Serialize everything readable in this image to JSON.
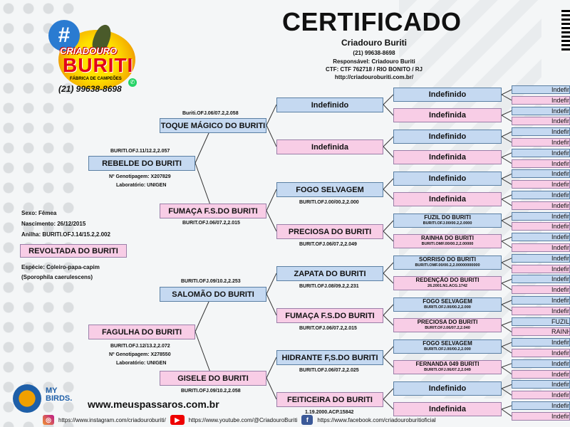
{
  "header": {
    "title": "CERTIFICADO",
    "breeder": "Criadouro Buriti",
    "phone": "(21) 99638-8698",
    "responsavel": "Responsável: Criadouro Buriti",
    "ctf": "CTF: CTF 762718 / RIO BONITO / RJ",
    "url": "http://criadouroburiti.com.br/"
  },
  "logo": {
    "line1": "CRIADOURO",
    "line2": "BURITI",
    "line3": "FÁBRICA DE CAMPEÕES",
    "phone": "(21) 99638-8698"
  },
  "bird": {
    "sexo": "Sexo: Fêmea",
    "nascimento": "Nascimento: 26/12/2015",
    "anilha": "Anilha: BURITI.OFJ.14/15.2,2.002",
    "name": "REVOLTADA DO BURITI",
    "especie": "Espécie: Coleiro-papa-capim",
    "cientifico": "(Sporophila caerulescens)"
  },
  "gen1": {
    "father": {
      "name": "REBELDE DO BURITI",
      "ring": "BURITI.OFJ.11/12.2,2.057",
      "geno": "Nº Genotipagem: X207829",
      "lab": "Laboratório: UNIGEN"
    },
    "mother": {
      "name": "FAGULHA DO BURITI",
      "ring": "BURITI.OFJ.12/13.2,2.072",
      "geno": "Nº Genotipagem: X278550",
      "lab": "Laboratório: UNIGEN"
    }
  },
  "gen2": [
    {
      "name": "TOQUE MÁGICO DO BURITI",
      "ring": "Buriti.OFJ.06/07.2,2.058"
    },
    {
      "name": "FUMAÇA F.S.DO BURITI",
      "ring": "BURIT.OFJ.06/07.2,2.015"
    },
    {
      "name": "SALOMÃO DO BURITI",
      "ring": "BURITI.OFJ.09/10.2,2.253"
    },
    {
      "name": "GISELE DO BURITI",
      "ring": "BURITI.OFJ.09/10.2,2.058"
    }
  ],
  "gen3": [
    {
      "name": "Indefinido",
      "ring": ""
    },
    {
      "name": "Indefinida",
      "ring": ""
    },
    {
      "name": "FOGO SELVAGEM",
      "ring": "BURITI.OFJ.00/00.2,2.000"
    },
    {
      "name": "PRECIOSA DO BURITI",
      "ring": "BURIT.OFJ.06/07.2,2.049"
    },
    {
      "name": "ZAPATA DO BURITI",
      "ring": "BURITI.OFJ.08/09.2,2.231"
    },
    {
      "name": "FUMAÇA F.S.DO BURITI",
      "ring": "BURIT.OFJ.06/07.2,2.015"
    },
    {
      "name": "HIDRANTE F,S.DO BURITI",
      "ring": "BURITI.OFJ.06/07.2,2.025"
    },
    {
      "name": "FEITICEIRA DO BURITI",
      "ring": "1.19.2000.ACP.15842"
    }
  ],
  "gen4": [
    {
      "name": "Indefinido",
      "ring": ""
    },
    {
      "name": "Indefinida",
      "ring": ""
    },
    {
      "name": "Indefinido",
      "ring": ""
    },
    {
      "name": "Indefinida",
      "ring": ""
    },
    {
      "name": "Indefinido",
      "ring": ""
    },
    {
      "name": "Indefinida",
      "ring": ""
    },
    {
      "name": "FUZIL DO BURITI",
      "ring": "BURITI.OFJ.00/00.2,2.0000"
    },
    {
      "name": "RAINHA DO BURITI",
      "ring": "BURITI.OMF.00/00.2,2.00000"
    },
    {
      "name": "SORRISO DO BURITI",
      "ring": "BURITI.OMF.00/00.2,2.00000000000"
    },
    {
      "name": "REDENÇÃO DO BURITI",
      "ring": "26.2001.N1.ACG.1742"
    },
    {
      "name": "FOGO SELVAGEM",
      "ring": "BURITI.OFJ.00/00.2,2.000"
    },
    {
      "name": "PRECIOSA DO BURITI",
      "ring": "BURIT.OFJ.06/07.2,2.040"
    },
    {
      "name": "FOGO SELVAGEM",
      "ring": "BURITI.OFJ.00/00.2,2.000"
    },
    {
      "name": "FERNANDA 049 BURITI",
      "ring": "BURITI.OFJ.06/07.2,2.049"
    },
    {
      "name": "Indefinido",
      "ring": ""
    },
    {
      "name": "Indefinida",
      "ring": ""
    }
  ],
  "gen5": [
    "Indefin",
    "Indefin",
    "Indefin",
    "Indefin",
    "Indefin",
    "Indefin",
    "Indefin",
    "Indefin",
    "Indefin",
    "Indefin",
    "Indefin",
    "Indefin",
    "Indefin",
    "Indefin",
    "Indefin",
    "Indefin",
    "Indefin",
    "Indefin",
    "Indefin",
    "Indefin",
    "Indefin",
    "Indefin",
    "FUZIL DO",
    "RAINHA DO",
    "Indefin",
    "Indefin",
    "Indefin",
    "Indefin",
    "Indefin",
    "Indefin",
    "Indefin",
    "Indefin"
  ],
  "footer": {
    "brand": "MY BIRDS.",
    "site": "www.meuspassaros.com.br",
    "instagram": "https://www.instagram.com/criadouroburiti/",
    "youtube": "https://www.youtube.com/@CriadouroBuriti",
    "facebook": "https://www.facebook.com/criadouroburitioficial"
  },
  "colors": {
    "male": "#c5d9f1",
    "female": "#f8cde6",
    "border": "#5a7fa3"
  }
}
